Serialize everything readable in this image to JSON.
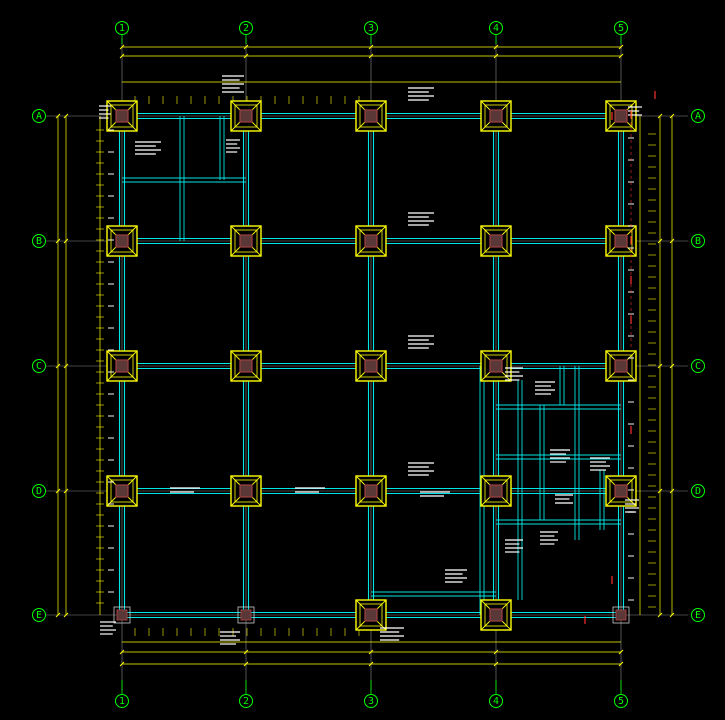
{
  "colors": {
    "background": "#000000",
    "axis": "#00ff00",
    "beam": "#00e5e5",
    "column_pad": "#ffff00",
    "column": "#a04040",
    "column_fill": "#5a3838",
    "dimension": "#ffff00",
    "text": "#ffffff",
    "marker": "#ff3030",
    "grid_line": "#8a8a8a"
  },
  "axes": {
    "columns": [
      "1",
      "2",
      "3",
      "4",
      "5"
    ],
    "rows": [
      "A",
      "B",
      "C",
      "D",
      "E"
    ]
  },
  "icons": {
    "axis_bubble": "circle-axis-bubble-icon",
    "column": "square-column-icon"
  }
}
